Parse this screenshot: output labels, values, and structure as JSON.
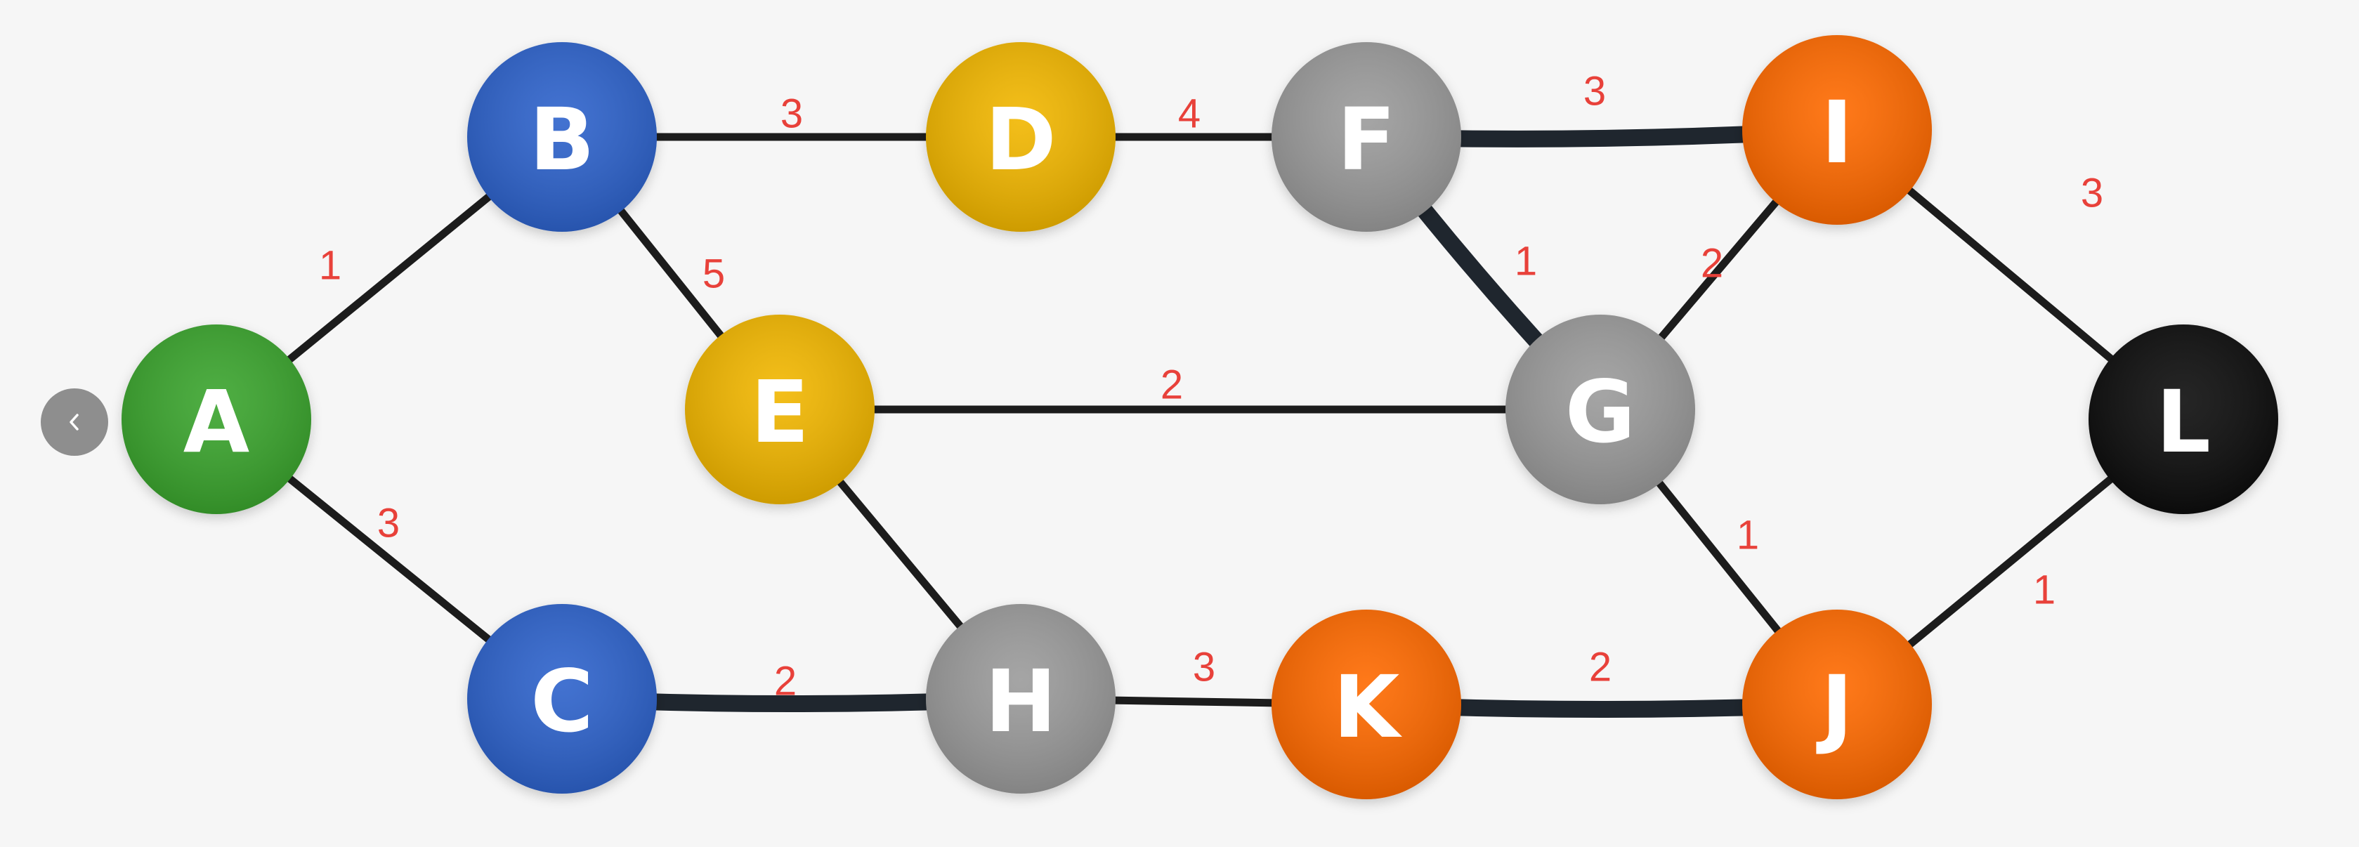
{
  "colors": {
    "background": "#f6f6f6",
    "edge": "#1c1c1c",
    "highlight_edge": "#1f262e",
    "weight_text": "#e8413a",
    "back_button": "#8e8e8e"
  },
  "back_button": {
    "icon": "chevron-left-icon"
  },
  "graph": {
    "nodes": [
      {
        "id": "A",
        "label": "A",
        "color": "#3aa52e"
      },
      {
        "id": "B",
        "label": "B",
        "color": "#2f64cc"
      },
      {
        "id": "C",
        "label": "C",
        "color": "#2f64cc"
      },
      {
        "id": "D",
        "label": "D",
        "color": "#f2b705"
      },
      {
        "id": "E",
        "label": "E",
        "color": "#f2b705"
      },
      {
        "id": "F",
        "label": "F",
        "color": "#9b9b9b"
      },
      {
        "id": "G",
        "label": "G",
        "color": "#9b9b9b"
      },
      {
        "id": "H",
        "label": "H",
        "color": "#9b9b9b"
      },
      {
        "id": "I",
        "label": "I",
        "color": "#ff6a00"
      },
      {
        "id": "J",
        "label": "J",
        "color": "#ff6a00"
      },
      {
        "id": "K",
        "label": "K",
        "color": "#ff6a00"
      },
      {
        "id": "L",
        "label": "L",
        "color": "#0b0b0b"
      }
    ],
    "edges": [
      {
        "from": "A",
        "to": "B",
        "weight": "1",
        "highlighted": false
      },
      {
        "from": "A",
        "to": "C",
        "weight": "3",
        "highlighted": false
      },
      {
        "from": "B",
        "to": "D",
        "weight": "3",
        "highlighted": false
      },
      {
        "from": "B",
        "to": "E",
        "weight": "5",
        "highlighted": false
      },
      {
        "from": "D",
        "to": "F",
        "weight": "4",
        "highlighted": false
      },
      {
        "from": "F",
        "to": "I",
        "weight": "3",
        "highlighted": true
      },
      {
        "from": "F",
        "to": "G",
        "weight": "1",
        "highlighted": true
      },
      {
        "from": "E",
        "to": "G",
        "weight": "2",
        "highlighted": false
      },
      {
        "from": "G",
        "to": "I",
        "weight": "2",
        "highlighted": false
      },
      {
        "from": "I",
        "to": "L",
        "weight": "3",
        "highlighted": false
      },
      {
        "from": "E",
        "to": "H",
        "weight": "",
        "highlighted": false
      },
      {
        "from": "C",
        "to": "H",
        "weight": "2",
        "highlighted": true
      },
      {
        "from": "H",
        "to": "K",
        "weight": "3",
        "highlighted": false
      },
      {
        "from": "K",
        "to": "J",
        "weight": "2",
        "highlighted": true
      },
      {
        "from": "G",
        "to": "J",
        "weight": "1",
        "highlighted": false
      },
      {
        "from": "J",
        "to": "L",
        "weight": "1",
        "highlighted": false
      }
    ]
  }
}
